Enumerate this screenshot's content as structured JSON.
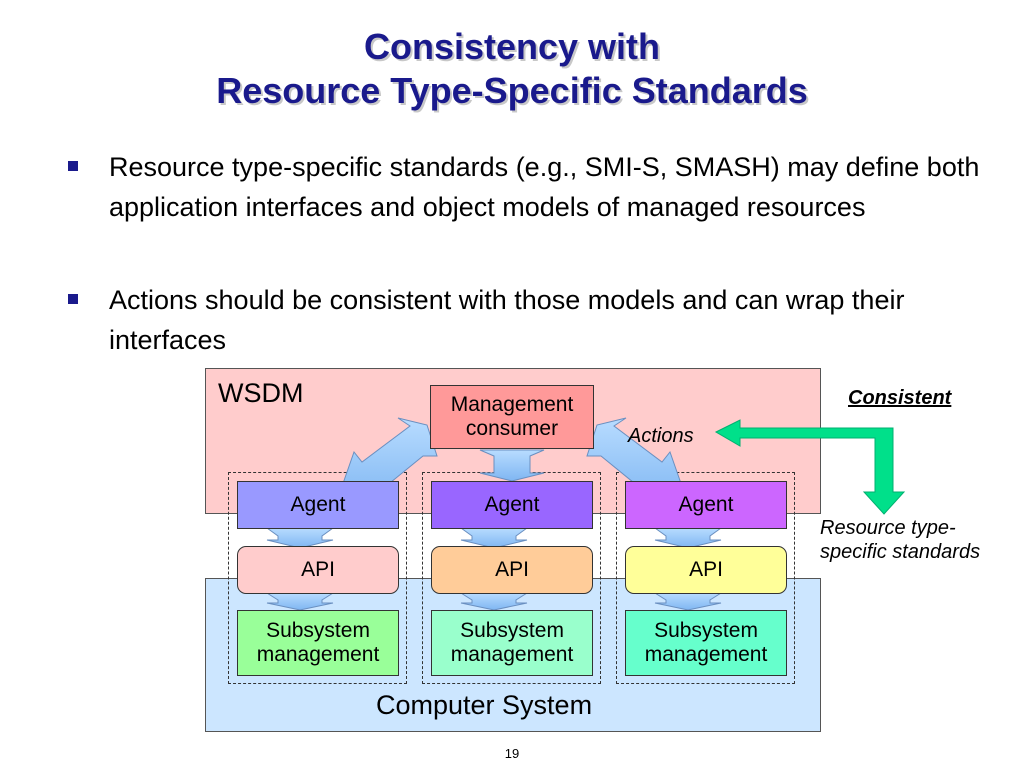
{
  "slide": {
    "title_line1": "Consistency with",
    "title_line2": "Resource Type-Specific Standards",
    "page_number": "19"
  },
  "bullets": [
    {
      "text": "Resource type-specific standards (e.g., SMI-S, SMASH) may define both application interfaces and object models of managed resources"
    },
    {
      "text": "Actions should be consistent with those models and can wrap their interfaces"
    }
  ],
  "diagram": {
    "wsdm_label": "WSDM",
    "computer_system_label": "Computer System",
    "management_consumer": "Management consumer",
    "actions_label": "Actions",
    "consistent_label": "Consistent",
    "standards_note": "Resource type-specific standards",
    "columns": [
      {
        "agent": "Agent",
        "api": "API",
        "subsystem": "Subsystem management",
        "agent_color": "#9999ff",
        "api_color": "#ffcccc",
        "subsystem_color": "#99ff99"
      },
      {
        "agent": "Agent",
        "api": "API",
        "subsystem": "Subsystem management",
        "agent_color": "#9966ff",
        "api_color": "#ffcc99",
        "subsystem_color": "#99ffcc"
      },
      {
        "agent": "Agent",
        "api": "API",
        "subsystem": "Subsystem management",
        "agent_color": "#cc66ff",
        "api_color": "#ffff99",
        "subsystem_color": "#66ffcc"
      }
    ],
    "colors": {
      "wsdm_bg": "#ffcccc",
      "computer_system_bg": "#cce6ff",
      "consumer_bg": "#ff9999",
      "arrow_fill": "#99ccff",
      "consistent_arrow": "#00e08a",
      "title_color": "#1a1a8c"
    }
  }
}
